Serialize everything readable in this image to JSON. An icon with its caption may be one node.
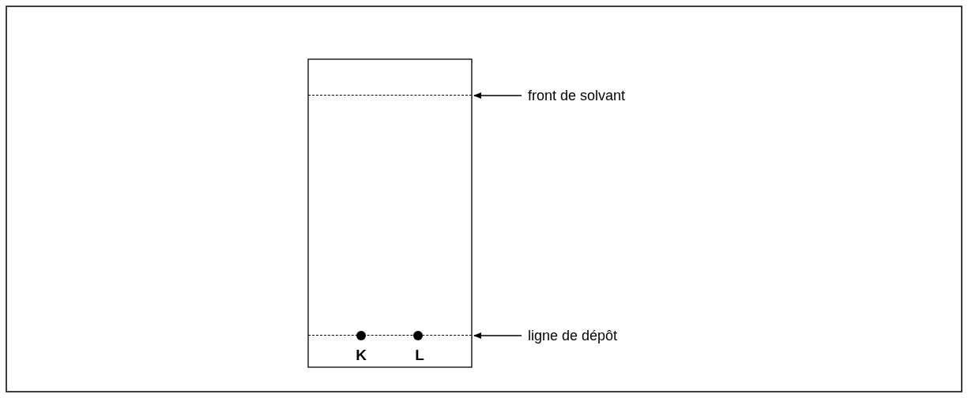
{
  "diagram": {
    "nodes": [
      {
        "text": [
          "front de solvant"
        ]
      },
      {
        "text": [],
        "shape": "line"
      },
      {
        "text": [
          "ligne de dépôt"
        ]
      },
      {
        "text": [],
        "shape": "line"
      }
    ],
    "edges": [
      {
        "from": 0,
        "to": 1,
        "arrow": "to"
      },
      {
        "from": 2,
        "to": 3,
        "arrow": "to"
      }
    ],
    "labels": [
      "K",
      "L"
    ]
  }
}
